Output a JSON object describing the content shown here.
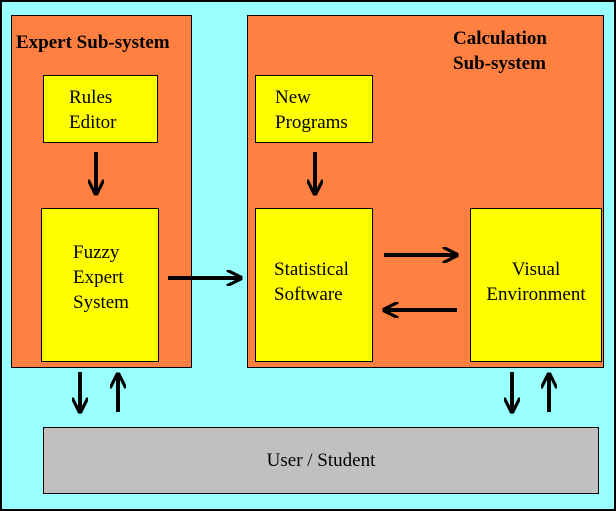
{
  "expert": {
    "title": "Expert Sub-system",
    "rules_editor": [
      "Rules",
      "Editor"
    ],
    "fuzzy": [
      "Fuzzy",
      "Expert",
      "System"
    ]
  },
  "calculation": {
    "title": [
      "Calculation",
      "Sub-system"
    ],
    "new_programs": [
      "New",
      "Programs"
    ],
    "statistical": [
      "Statistical",
      "Software"
    ],
    "visual": [
      "Visual",
      "Environment"
    ]
  },
  "user": {
    "label": "User / Student"
  },
  "colors": {
    "background": "#99ffff",
    "subsystem": "#ff8040",
    "component": "#ffff00",
    "user_bar": "#c0c0c0"
  }
}
